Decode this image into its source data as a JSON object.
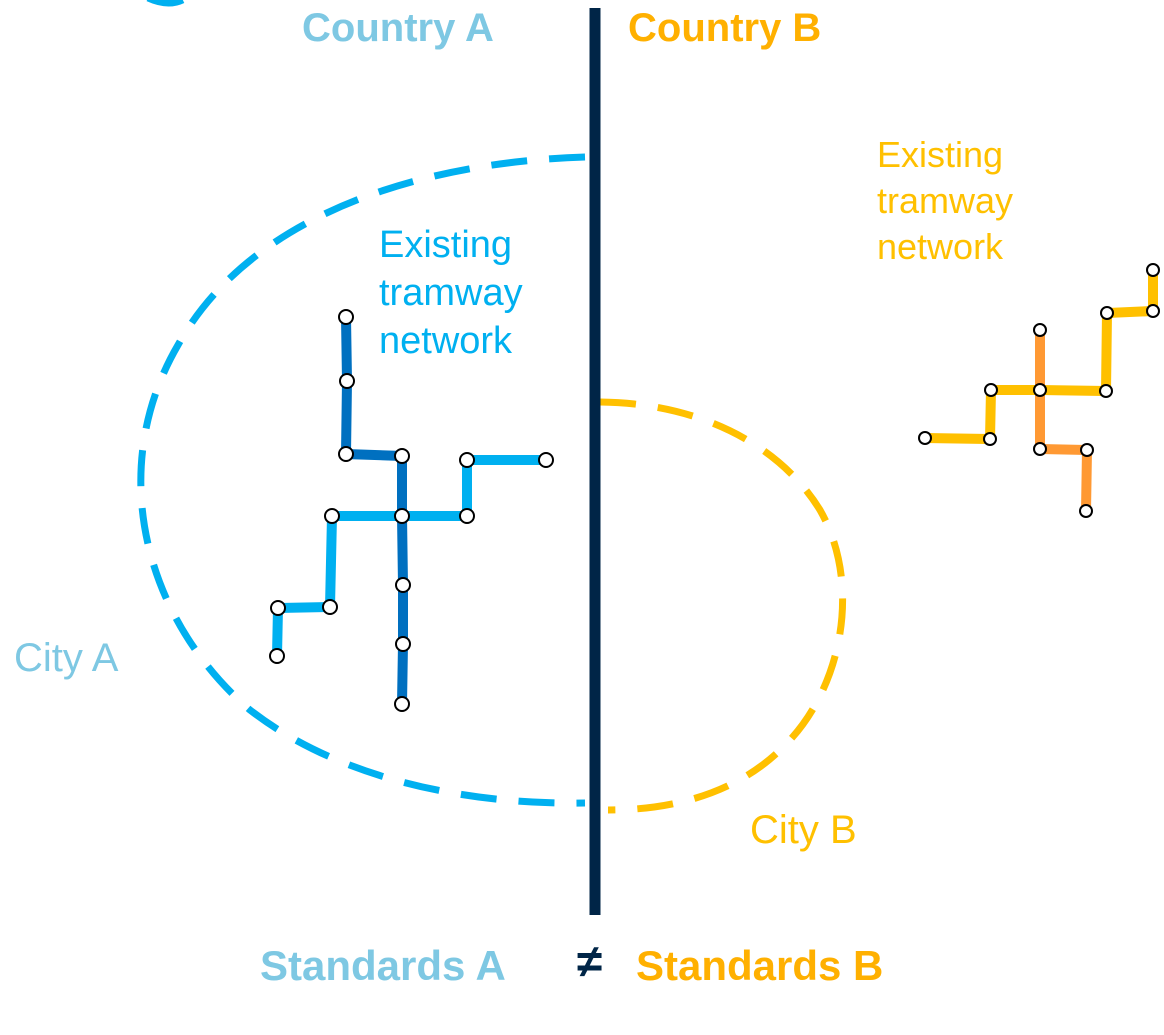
{
  "colors": {
    "country_a": "#7ec8e3",
    "country_b": "#ffb000",
    "city_a_label": "#7ec8e3",
    "city_b_label": "#ffc000",
    "city_a_boundary": "#00b0f0",
    "city_b_boundary": "#ffc000",
    "network_a_text": "#00b0f0",
    "network_b_text": "#ffc000",
    "border": "#002547",
    "line_dark_blue": "#0070c0",
    "line_light_blue": "#00b0f0",
    "line_yellow": "#ffc000",
    "line_orange": "#ff9933",
    "neq": "#002547"
  },
  "header": {
    "country_a": "Country A",
    "country_b": "Country B"
  },
  "cities": {
    "city_a": "City A",
    "city_b": "City B"
  },
  "networks": {
    "a": [
      "Existing",
      "tramway",
      "network"
    ],
    "b": [
      "Existing",
      "tramway",
      "network"
    ]
  },
  "footer": {
    "standards_a": "Standards A",
    "neq_symbol": "≠",
    "standards_b": "Standards B"
  }
}
